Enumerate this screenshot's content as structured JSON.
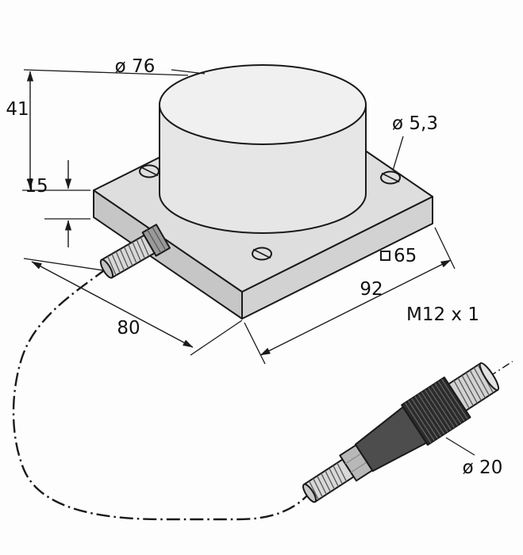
{
  "drawing": {
    "kind": "technical-dimension-drawing",
    "labels": {
      "head_diameter": "ø 76",
      "head_height": "41",
      "plate_thickness": "15",
      "hole_diameter": "ø 5,3",
      "plate_width": "65",
      "plate_diagonal": "92",
      "overall_depth": "80",
      "connector_thread": "M12 x 1",
      "connector_diameter": "ø 20"
    },
    "symbols": {
      "plate_width_prefix": "square-symbol",
      "diameter_sign": "ø"
    },
    "colors": {
      "line": "#1a1a1a",
      "face_light": "#f0f0f0",
      "face_mid": "#dedede",
      "face_dark": "#c6c6c6",
      "thread_fill": "#d8d8d8",
      "connector_dark": "#2b2b2b",
      "background": "#fdfdfd"
    }
  }
}
